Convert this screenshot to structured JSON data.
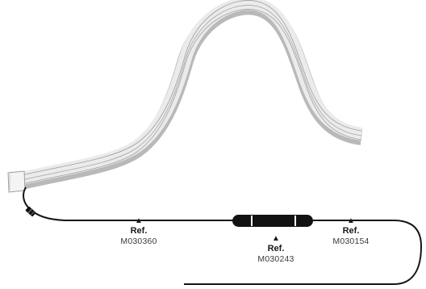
{
  "labels": [
    {
      "marker": "▲",
      "title": "Ref.",
      "code": "M030360"
    },
    {
      "marker": "▲",
      "title": "Ref.",
      "code": "M030243"
    },
    {
      "marker": "▲",
      "title": "Ref.",
      "code": "M030154"
    }
  ],
  "colors": {
    "strip_face": "#ececec",
    "strip_edge": "#b8b8b8",
    "strip_line": "#9a9a9a",
    "cable": "#1a1a1a",
    "connector": "#111111"
  }
}
